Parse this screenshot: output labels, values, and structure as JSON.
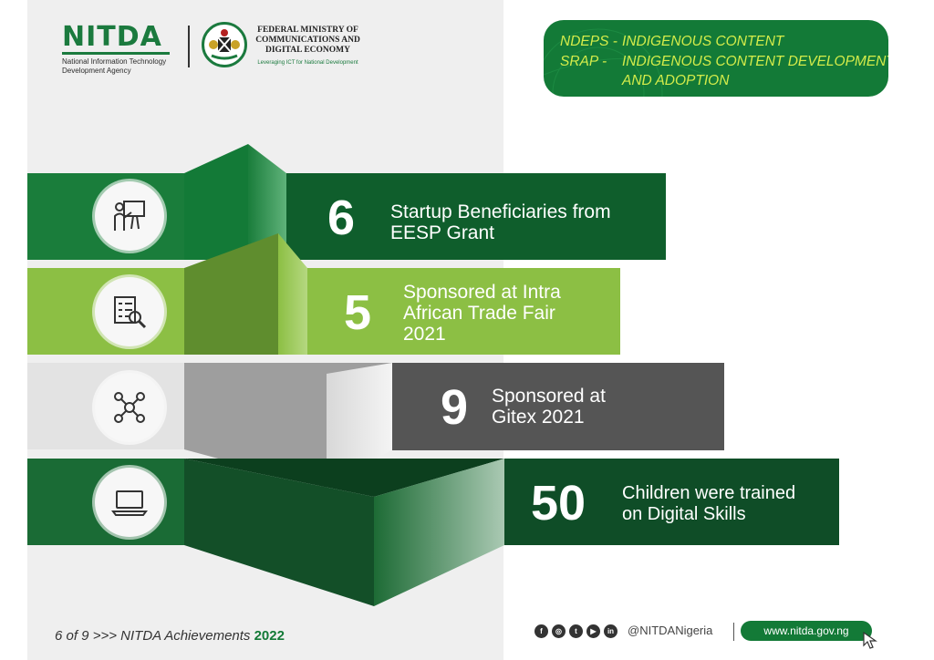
{
  "header": {
    "logo_word": "NITDA",
    "logo_sub_line1": "National Information Technology",
    "logo_sub_line2": "Development Agency",
    "ministry_line1": "FEDERAL MINISTRY OF",
    "ministry_line2": "COMMUNICATIONS AND",
    "ministry_line3": "DIGITAL ECONOMY",
    "ministry_tagline": "Leveraging ICT for National Development"
  },
  "banner": {
    "row1_key": "NDEPS -",
    "row1_value": "INDIGENOUS CONTENT",
    "row2_key": "SRAP -",
    "row2_value": "INDIGENOUS CONTENT DEVELOPMENT",
    "row3_value": "AND ADOPTION"
  },
  "stats": [
    {
      "number": "6",
      "line1": "Startup Beneficiaries from",
      "line2": "EESP Grant",
      "line3": "",
      "icon": "presentation-icon"
    },
    {
      "number": "5",
      "line1": "Sponsored at Intra",
      "line2": "African Trade Fair",
      "line3": "2021",
      "icon": "document-search-icon"
    },
    {
      "number": "9",
      "line1": "Sponsored at",
      "line2": "Gitex 2021",
      "line3": "",
      "icon": "network-people-icon"
    },
    {
      "number": "50",
      "line1": "Children were trained",
      "line2": "on Digital Skills",
      "line3": "",
      "icon": "laptop-icon"
    }
  ],
  "footer": {
    "page": "6 of 9",
    "arrows": ">>>",
    "title": "NITDA Achievements",
    "year": "2022",
    "social_f": "f",
    "social_ig": "◎",
    "social_tw": "t",
    "social_yt": "▶",
    "social_in": "in",
    "handle": "@NITDANigeria",
    "website": "www.nitda.gov.ng"
  },
  "colors": {
    "dark_green": "#137a37",
    "light_green": "#8cbf44",
    "grey": "#555555",
    "banner_text": "#d4ec4a"
  }
}
